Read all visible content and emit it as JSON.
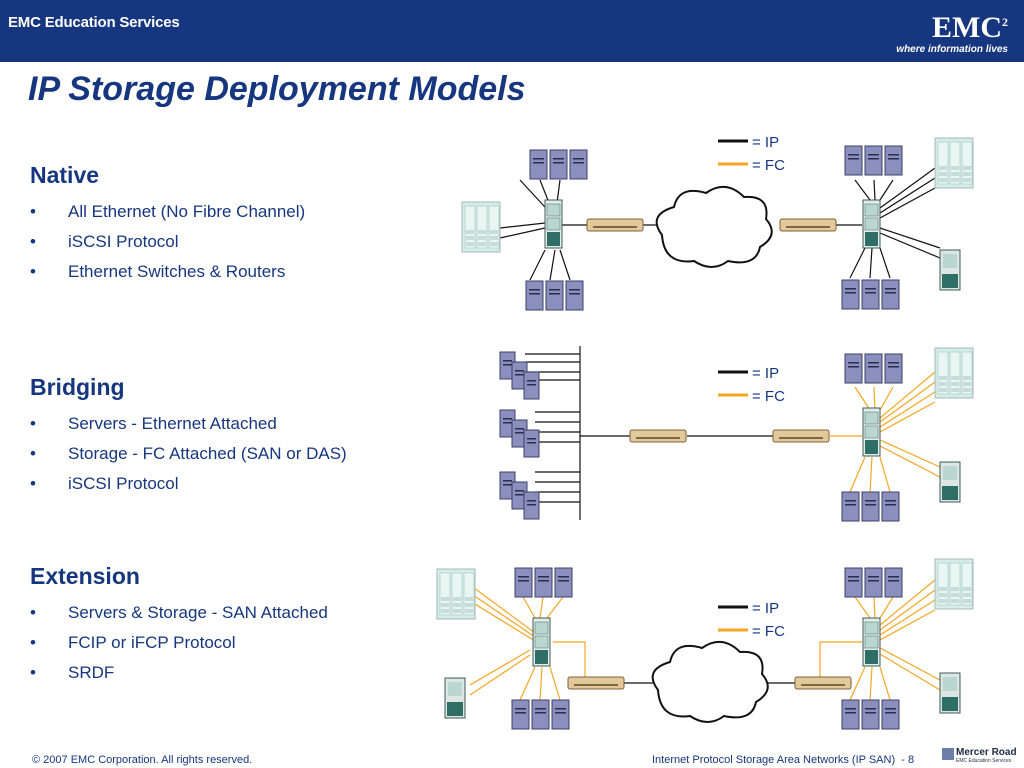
{
  "header": {
    "edu_label": "EMC Education Services",
    "brand": "EMC",
    "brand_sup": "2",
    "tagline": "where information lives"
  },
  "title": "IP Storage Deployment Models",
  "sections": [
    {
      "heading": "Native",
      "bullets": [
        "All Ethernet (No Fibre Channel)",
        "iSCSI Protocol",
        "Ethernet Switches & Routers"
      ]
    },
    {
      "heading": "Bridging",
      "bullets": [
        "Servers - Ethernet Attached",
        "Storage - FC Attached (SAN or DAS)",
        "iSCSI Protocol"
      ]
    },
    {
      "heading": "Extension",
      "bullets": [
        "Servers & Storage - SAN Attached",
        "FCIP or iFCP Protocol",
        "SRDF"
      ]
    }
  ],
  "bullet_char": "•",
  "legend": {
    "ip": "= IP",
    "fc": "= FC"
  },
  "colors": {
    "ip_line": "#111111",
    "fc_line": "#f5a623",
    "brand_blue": "#16367f"
  },
  "footer": {
    "copyright": "© 2007 EMC Corporation. All rights reserved.",
    "course": "Internet Protocol Storage Area Networks (IP SAN)",
    "page": "- 8",
    "partner": "Mercer Road",
    "partner_sub": "EMC Education Services"
  }
}
